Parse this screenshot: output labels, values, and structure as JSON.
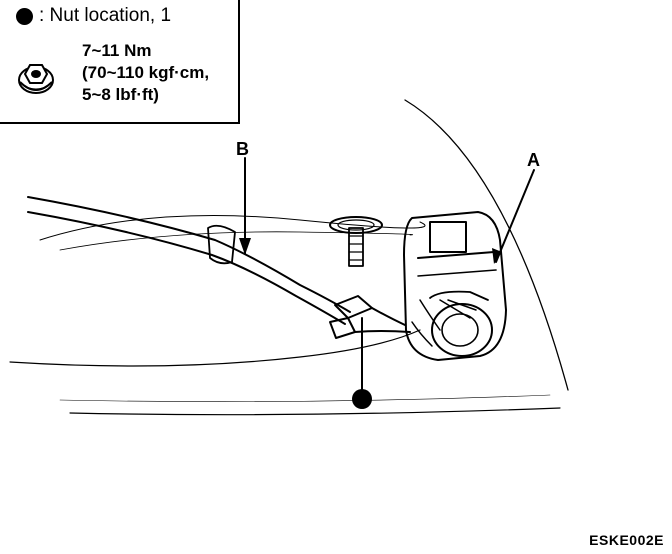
{
  "legend": {
    "dot_label": ": Nut location, 1",
    "torque_lines": [
      "7~11 Nm",
      "(70~110 kgf·cm,",
      "5~8 lbf·ft)"
    ]
  },
  "callouts": {
    "a": "A",
    "b": "B"
  },
  "figure_code": "ESKE002E"
}
